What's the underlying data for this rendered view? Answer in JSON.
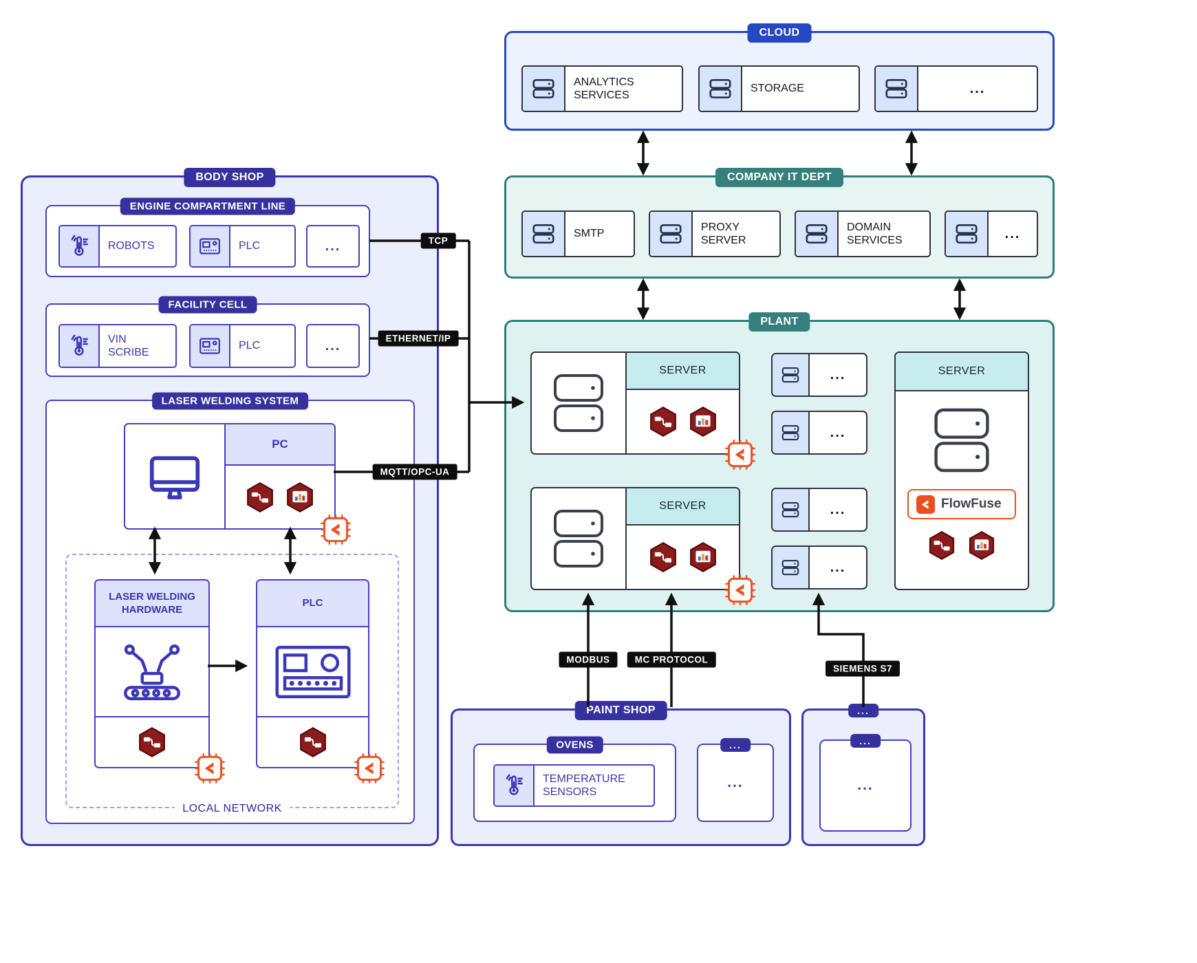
{
  "colors": {
    "cloud_blue": "#2648c6",
    "teal": "#2d7e7a",
    "indigo": "#3a35b4",
    "badge_indigo": "#37319f",
    "node_red": "#8c1c1c",
    "flowfuse_orange": "#eb4f1f",
    "wire_black": "#101010"
  },
  "icons": {
    "server": "server-stack-icon",
    "server_big": "server-stack-icon",
    "sensor": "wireless-sensor-icon",
    "plc_small": "plc-icon",
    "monitor": "computer-monitor-icon",
    "robot": "welding-robot-icon",
    "plc_big": "plc-device-icon",
    "nodered": "node-red-icon",
    "dashboard": "dashboard-icon",
    "ffchip": "flowfuse-chip-icon",
    "ffmark": "flowfuse-logo-icon"
  },
  "cloud": {
    "title": "CLOUD",
    "items": [
      "ANALYTICS SERVICES",
      "STORAGE",
      "..."
    ]
  },
  "it_dept": {
    "title": "COMPANY IT DEPT",
    "items": [
      "SMTP",
      "PROXY SERVER",
      "DOMAIN SERVICES",
      "..."
    ]
  },
  "plant": {
    "title": "PLANT",
    "server_label": "SERVER",
    "dots": "...",
    "flowfuse_label": "FlowFuse"
  },
  "body_shop": {
    "title": "BODY SHOP",
    "engine_line": {
      "title": "ENGINE COMPARTMENT LINE",
      "items": [
        "ROBOTS",
        "PLC",
        "..."
      ]
    },
    "facility_cell": {
      "title": "FACILITY CELL",
      "items": [
        "VIN SCRIBE",
        "PLC",
        "..."
      ]
    },
    "laser": {
      "title": "LASER WELDING SYSTEM",
      "pc_label": "PC",
      "hardware_label": "LASER WELDING HARDWARE",
      "plc_label": "PLC",
      "network_label": "LOCAL NETWORK"
    }
  },
  "paint_shop": {
    "title": "PAINT SHOP",
    "ovens": {
      "title": "OVENS",
      "sensor_label": "TEMPERATURE SENSORS"
    },
    "dots_title": "...",
    "dots": "..."
  },
  "misc_shop": {
    "title": "...",
    "inner_title": "...",
    "dots": "..."
  },
  "protocols": {
    "tcp": "TCP",
    "ethernet_ip": "ETHERNET/IP",
    "mqtt_opcua": "MQTT/OPC-UA",
    "modbus": "MODBUS",
    "mc_protocol": "MC PROTOCOL",
    "siemens_s7": "SIEMENS S7"
  }
}
